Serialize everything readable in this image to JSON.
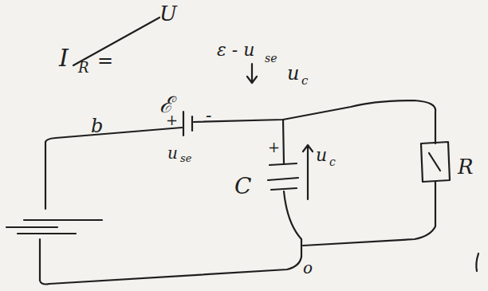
{
  "diagram": {
    "labels": [
      "I",
      "R",
      "=",
      "U",
      "ε - u",
      "se",
      "b",
      "ℰ",
      "+",
      "-",
      "u",
      "se",
      "u",
      "c",
      "+",
      "C",
      "u",
      "c",
      "R",
      "o"
    ]
  }
}
